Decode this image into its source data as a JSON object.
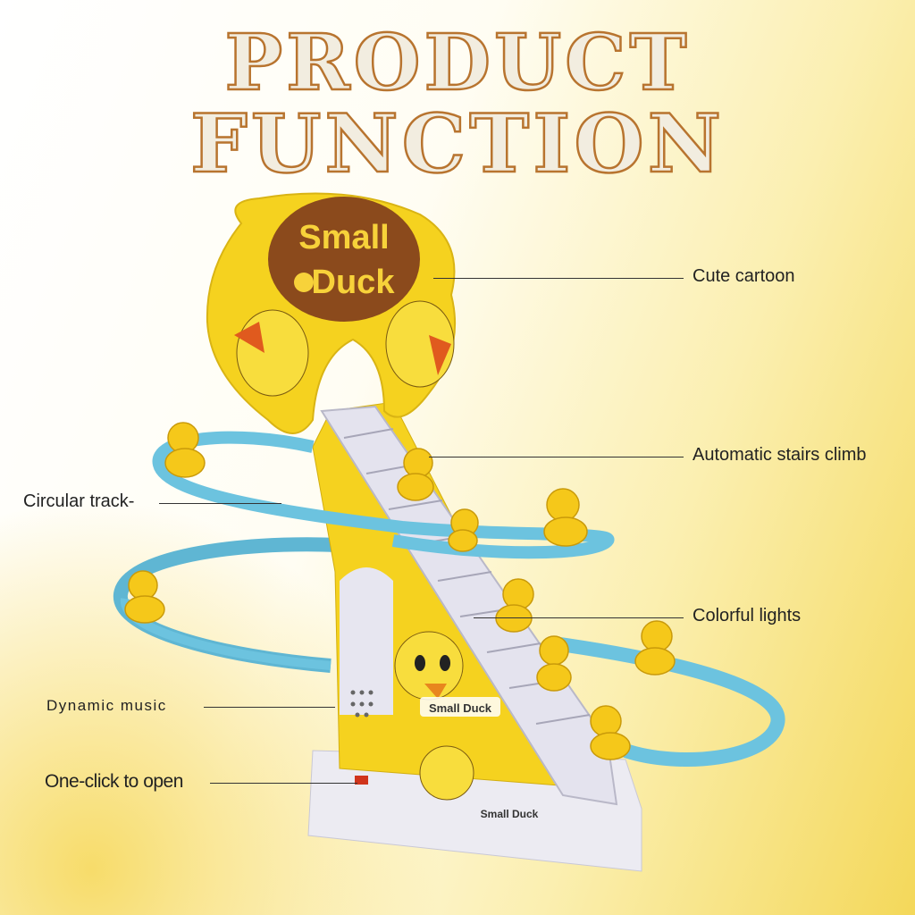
{
  "title": {
    "line1": "PRODUCT",
    "line2": "FUNCTION"
  },
  "labels": {
    "cute_cartoon": "Cute cartoon",
    "stairs": "Automatic stairs climb",
    "track": "Circular track-",
    "lights": "Colorful lights",
    "music": "Dynamic music",
    "open": "One-click to open"
  },
  "product": {
    "sign_line1": "Small",
    "sign_line2": "Duck",
    "tower_label": "Small Duck",
    "base_label": "Small Duck"
  },
  "colors": {
    "title_fill": "#f2ede0",
    "title_outline": "#b8742f",
    "track": "#6cc3df",
    "toy_yellow": "#f5d21f",
    "sign_brown": "#8b4a1c"
  }
}
